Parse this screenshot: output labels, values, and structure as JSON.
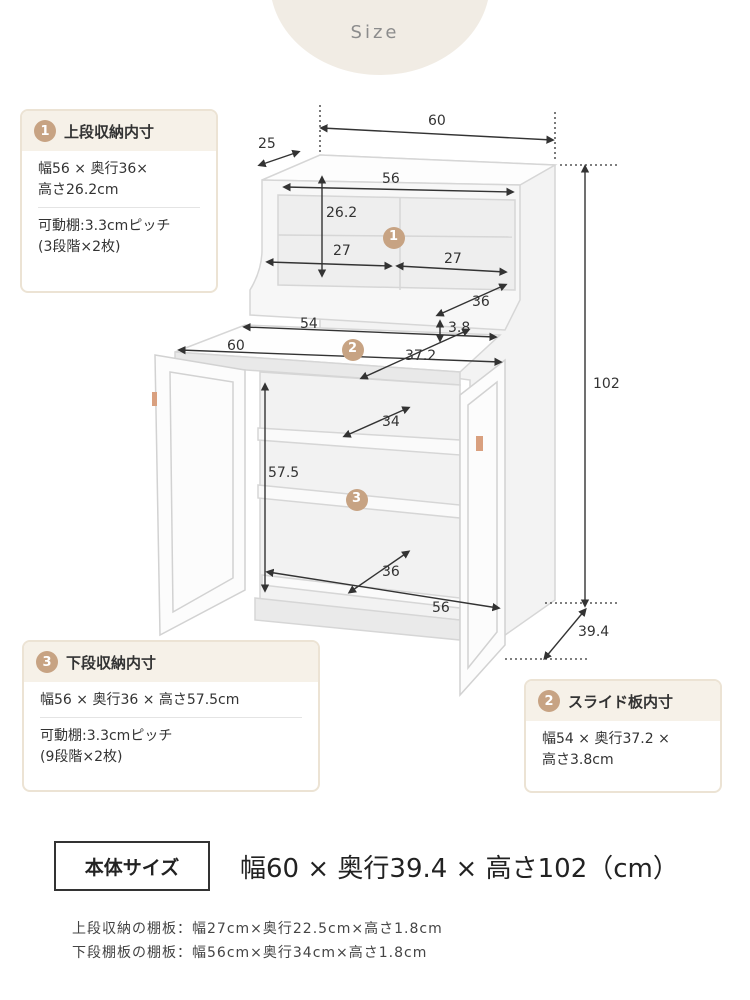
{
  "header": {
    "label": "Size"
  },
  "dimensions": {
    "top_width": "60",
    "top_depth": "25",
    "upper_inner_width": "56",
    "upper_height": "26.2",
    "upper_left_width": "27",
    "upper_right_width": "27",
    "upper_depth": "36",
    "slide_width": "54",
    "slide_height": "3.8",
    "slide_extend": "60",
    "slide_depth": "37.2",
    "total_height": "102",
    "lower_shelf_depth": "34",
    "lower_height": "57.5",
    "lower_depth": "36",
    "lower_width": "56",
    "base_depth": "39.4"
  },
  "markers": [
    "1",
    "2",
    "3"
  ],
  "cards": {
    "upper": {
      "num": "1",
      "title": "上段収納内寸",
      "line1": "幅56 × 奥行36×",
      "line2": "高さ26.2cm",
      "line3": "可動棚:3.3cmピッチ",
      "line4": "(3段階×2枚)"
    },
    "lower": {
      "num": "3",
      "title": "下段収納内寸",
      "line1": "幅56 × 奥行36 × 高さ57.5cm",
      "line2": "可動棚:3.3cmピッチ",
      "line3": "(9段階×2枚)"
    },
    "slide": {
      "num": "2",
      "title": "スライド板内寸",
      "line1": "幅54 × 奥行37.2 ×",
      "line2": "高さ3.8cm"
    }
  },
  "summary": {
    "label": "本体サイズ",
    "value": "幅60 × 奥行39.4 × 高さ102（cm）",
    "note1": "上段収納の棚板：幅27cm×奥行22.5cm×高さ1.8cm",
    "note2": "下段棚板の棚板：幅56cm×奥行34cm×高さ1.8cm"
  },
  "colors": {
    "accent": "#c7a383",
    "card_header": "#f6f1e8",
    "card_border": "#ece3d4",
    "circle": "#f1ece4"
  }
}
